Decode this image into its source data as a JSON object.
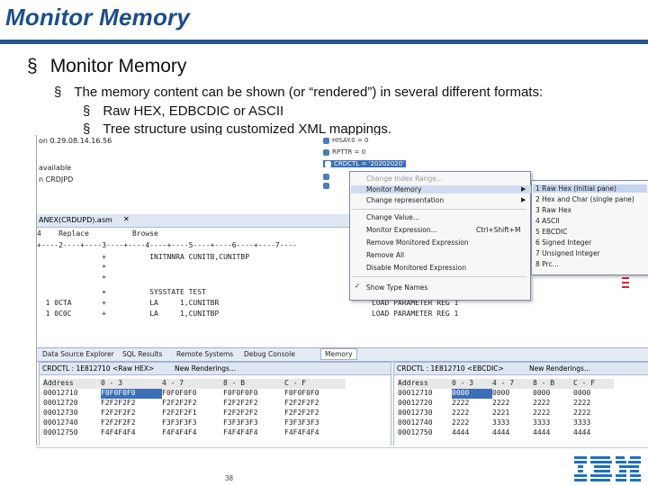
{
  "slide": {
    "title": "Monitor Memory",
    "bullet_marker": "§",
    "level1": "Monitor Memory",
    "level2": "The memory content can be shown (or “rendered”) in several different formats:",
    "level3": [
      "Raw HEX, EDBCDIC or ASCII",
      "Tree structure using customized XML mappings."
    ],
    "page_number": "38",
    "logo_text": "IBM"
  },
  "colors": {
    "title": "#1d4e8a",
    "bar": "#29548f",
    "selection": "#3c6fb8"
  },
  "screenshot": {
    "info_lines": [
      "on 0.29.08.14.16.56",
      "available",
      "n CRDJPD"
    ],
    "tree": {
      "items": [
        "HISAY.0 = 0",
        "RPTTR = 0",
        "CRDCTL = '20202020'"
      ]
    },
    "editor": {
      "tab_label": "ANEX(CRDUPD).asm",
      "ruler_left": "4    Replace          Browse",
      "ruler_marks": "+----2----+----3----+----4----+----5----+----6----+----7----",
      "code_lines": [
        "               +          INITNNRA CUNITB,CUNITBP",
        "               *",
        "               *",
        "               +          SYSSTATE TEST",
        "  1 0CTA       +          LA     1,CUNITBR",
        "  1 0C0C       +          LA     1,CUNITBP"
      ],
      "code_right": [
        "LOAD PARAMETER REG 1",
        "LOAD PARAMETER REG 1"
      ]
    },
    "context_menu": {
      "items": [
        {
          "label": "Change Index Range...",
          "shortcut": "",
          "arrow": false
        },
        {
          "label": "Monitor Memory",
          "shortcut": "",
          "arrow": true,
          "highlight": true
        },
        {
          "label": "Change representation",
          "shortcut": "",
          "arrow": true
        },
        {
          "label": "Change Value...",
          "shortcut": "",
          "arrow": false
        },
        {
          "label": "Monitor Expression...",
          "shortcut": "Ctrl+Shift+M",
          "arrow": false
        },
        {
          "label": "Remove Monitored Expression",
          "shortcut": "",
          "arrow": false
        },
        {
          "label": "Remove All",
          "shortcut": "",
          "arrow": false
        },
        {
          "label": "Disable Monitored Expression",
          "shortcut": "",
          "arrow": false
        },
        {
          "label": "Show Type Names",
          "shortcut": "",
          "arrow": false
        }
      ]
    },
    "submenu": {
      "items": [
        "1 Raw Hex (Initial pane)",
        "2 Hex and Char (single pane)",
        "3 Raw Hex",
        "4 ASCII",
        "5 EBCDIC",
        "6 Signed Integer",
        "7 Unsigned Integer",
        "8 Prc..."
      ]
    },
    "views": [
      "Data Source Explorer",
      "SQL Results",
      "Remote Systems",
      "Debug Console",
      "Memory"
    ],
    "active_view": "Memory",
    "left_pane": {
      "tab": "CRDCTL : 1E812710 <Raw HEX>",
      "new_renderings": "New Renderings...",
      "headers": [
        "Address",
        "0 - 3",
        "4 - 7",
        "8 - B",
        "C - F"
      ],
      "rows": [
        [
          "00012710",
          "F0F0F0F0",
          "F0F0F0F0",
          "F0F0F0F0",
          "F0F0F0F0"
        ],
        [
          "00012720",
          "F2F2F2F2",
          "F2F2F2F2",
          "F2F2F2F2",
          "F2F2F2F2"
        ],
        [
          "00012730",
          "F2F2F2F2",
          "F2F2F2F1",
          "F2F2F2F2",
          "F2F2F2F2"
        ],
        [
          "00012740",
          "F2F2F2F2",
          "F3F3F3F3",
          "F3F3F3F3",
          "F3F3F3F3"
        ],
        [
          "00012750",
          "F4F4F4F4",
          "F4F4F4F4",
          "F4F4F4F4",
          "F4F4F4F4"
        ]
      ]
    },
    "right_pane": {
      "tab": "CRDCTL : 1E812710 <EBCDIC>",
      "new_renderings": "New Renderings...",
      "headers": [
        "Address",
        "0 - 3",
        "4 - 7",
        "8 - B",
        "C - F"
      ],
      "rows": [
        [
          "00012710",
          "0000",
          "0000",
          "0000",
          "0000"
        ],
        [
          "00012720",
          "2222",
          "2222",
          "2222",
          "2222"
        ],
        [
          "00012730",
          "2222",
          "2221",
          "2222",
          "2222"
        ],
        [
          "00012740",
          "2222",
          "3333",
          "3333",
          "3333"
        ],
        [
          "00012750",
          "4444",
          "4444",
          "4444",
          "4444"
        ]
      ]
    }
  }
}
